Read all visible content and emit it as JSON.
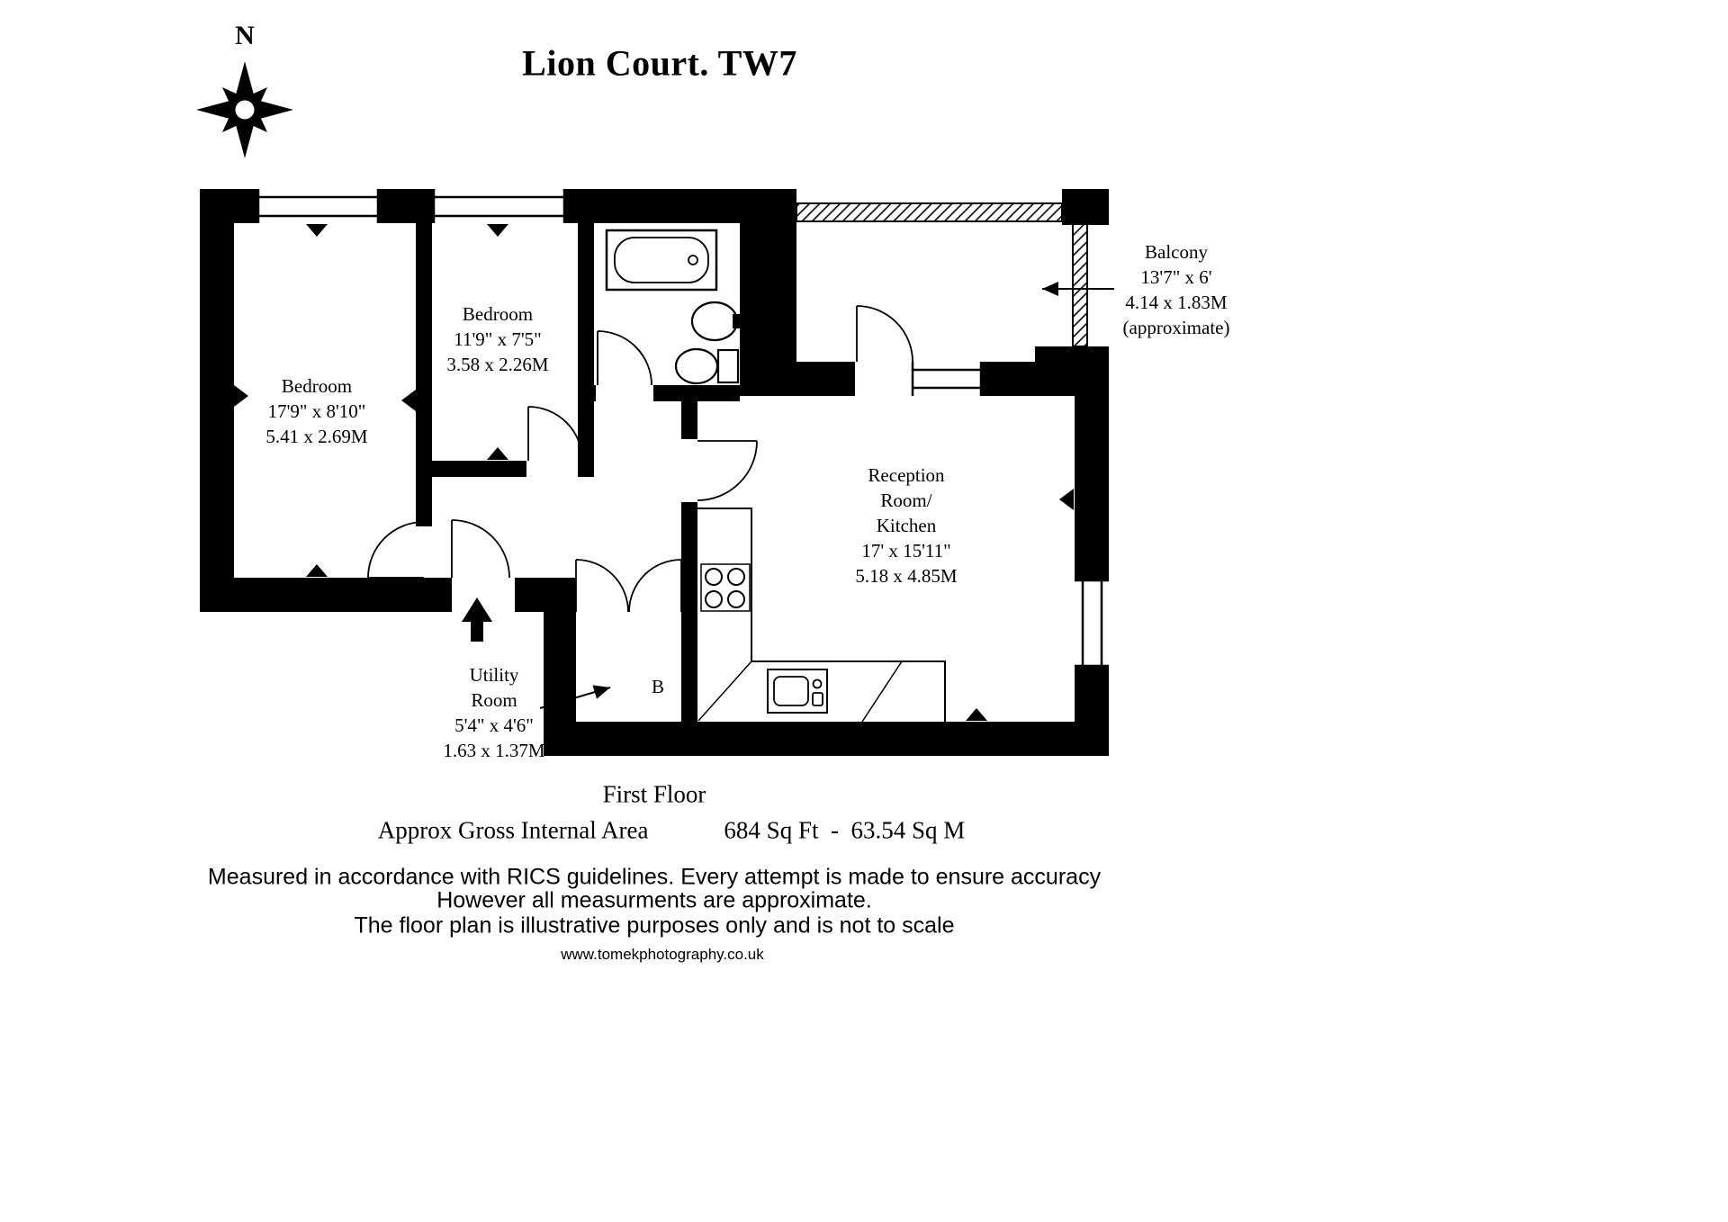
{
  "title": "Lion Court. TW7",
  "compass": {
    "north_label": "N"
  },
  "rooms": {
    "bedroom1": {
      "name": "Bedroom",
      "dims_imperial": "17'9\" x 8'10\"",
      "dims_metric": "5.41 x 2.69M"
    },
    "bedroom2": {
      "name": "Bedroom",
      "dims_imperial": "11'9\" x 7'5\"",
      "dims_metric": "3.58 x 2.26M"
    },
    "reception": {
      "name_line1": "Reception",
      "name_line2": "Room/",
      "name_line3": "Kitchen",
      "dims_imperial": "17' x 15'11\"",
      "dims_metric": "5.18 x 4.85M"
    },
    "balcony": {
      "name": "Balcony",
      "dims_imperial": "13'7\" x 6'",
      "dims_metric": "4.14 x 1.83M",
      "note": "(approximate)"
    },
    "utility": {
      "name_line1": "Utility",
      "name_line2": "Room",
      "dims_imperial": "5'4\" x 4'6\"",
      "dims_metric": "1.63 x 1.37M"
    },
    "boiler_label": "B"
  },
  "footer": {
    "floor_name": "First Floor",
    "area_label": "Approx Gross Internal Area",
    "area_value": "684 Sq Ft  -  63.54 Sq M",
    "disclaimer_line1": "Measured in accordance with RICS guidelines. Every attempt is made to ensure accuracy",
    "disclaimer_line2": "However all measurments are approximate.",
    "disclaimer_line3": "The floor plan is illustrative purposes only and is not to scale",
    "website": "www.tomekphotography.co.uk"
  }
}
